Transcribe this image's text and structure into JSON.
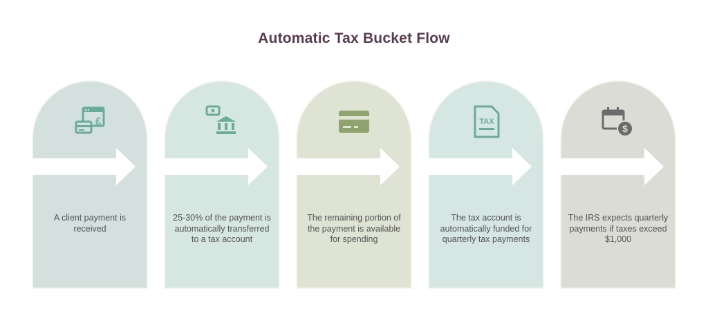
{
  "title": "Automatic Tax Bucket Flow",
  "steps": [
    {
      "icon": "payment-card-pound-icon",
      "text": "A client payment is received",
      "color": "#d3e0de",
      "icon_color": "#6aac98"
    },
    {
      "icon": "money-bank-icon",
      "text": "25-30% of the payment is automatically transferred to a tax account",
      "color": "#d6e6e1",
      "icon_color": "#6aac98"
    },
    {
      "icon": "credit-card-icon",
      "text": "The remaining portion of the payment is available for spending",
      "color": "#dee3d4",
      "icon_color": "#8ea36e"
    },
    {
      "icon": "tax-document-icon",
      "text": "The tax account is automatically funded for quarterly tax payments",
      "color": "#d5e6e3",
      "icon_color": "#6aac98"
    },
    {
      "icon": "calendar-dollar-icon",
      "text": "The IRS expects quarterly payments if taxes exceed $1,000",
      "color": "#dcdcd6",
      "icon_color": "#6b6b6b"
    }
  ]
}
